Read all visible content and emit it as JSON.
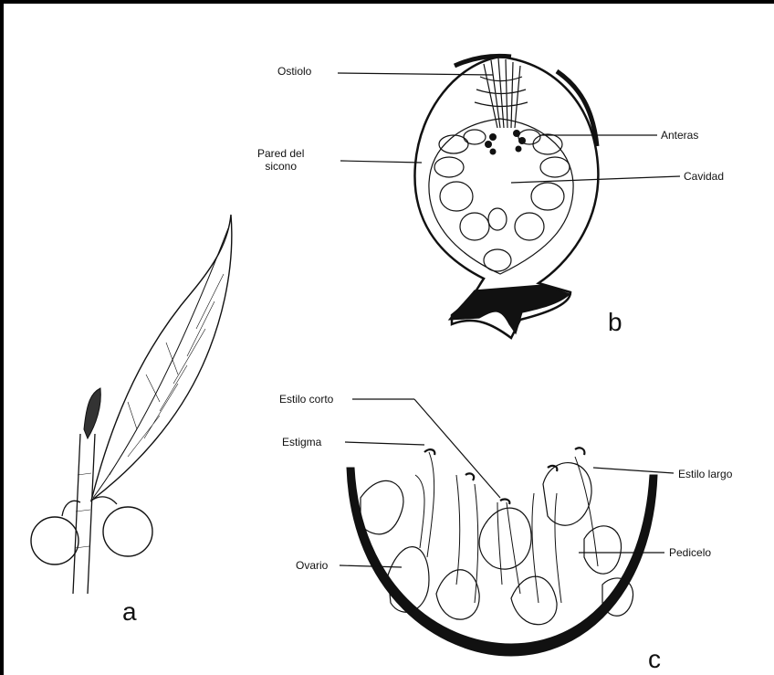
{
  "panels": {
    "a": "a",
    "b": "b",
    "c": "c"
  },
  "labels": {
    "ostiolo": "Ostiolo",
    "pared": "Pared del\nsicono",
    "anteras": "Anteras",
    "cavidad": "Cavidad",
    "estilo_corto": "Estilo corto",
    "estigma": "Estigma",
    "estilo_largo": "Estilo largo",
    "ovario": "Ovario",
    "pedicelo": "Pedicelo"
  }
}
